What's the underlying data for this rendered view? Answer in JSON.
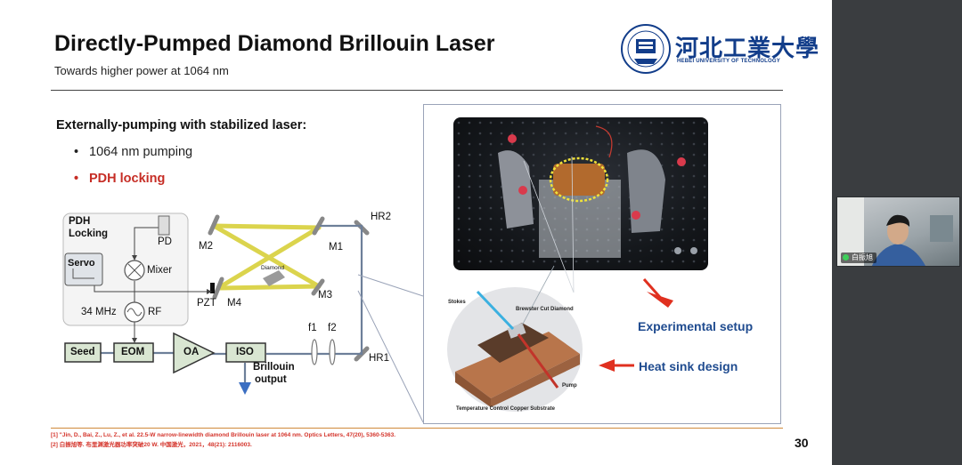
{
  "slide": {
    "title": "Directly-Pumped Diamond Brillouin Laser",
    "subtitle": "Towards higher power at 1064 nm",
    "page_number": "30"
  },
  "logo": {
    "name_cn": "河北工業大學",
    "name_en": "HEBEI UNIVERSITY OF TECHNOLOGY"
  },
  "content": {
    "heading": "Externally-pumping with stabilized laser:",
    "bullets": [
      "1064 nm pumping",
      "PDH locking"
    ],
    "accent_color": "#c62d25"
  },
  "schematic": {
    "pdh_locking": "PDH\nLocking",
    "pdh_line1": "PDH",
    "pdh_line2": "Locking",
    "pd": "PD",
    "servo": "Servo",
    "mixer": "Mixer",
    "rf_freq": "34 MHz",
    "rf": "RF",
    "seed": "Seed",
    "eom": "EOM",
    "oa": "OA",
    "iso": "ISO",
    "output_line1": "Brillouin",
    "output_line2": "output",
    "m1": "M1",
    "m2": "M2",
    "m3": "M3",
    "m4": "M4",
    "hr1": "HR1",
    "hr2": "HR2",
    "pzt": "PZT",
    "f1": "f1",
    "f2": "f2",
    "diamond": "Diamond"
  },
  "figure": {
    "stokes": "Stokes",
    "brewster": "Brewster Cut Diamond",
    "pump": "Pump",
    "substrate": "Temperature Control Copper Substrate",
    "experimental_setup": "Experimental setup",
    "heat_sink": "Heat sink design",
    "accent_color": "#1f4b8f"
  },
  "references": [
    "[1] \"Jin, D., Bai, Z., Lu, Z., et al. 22.5-W narrow-linewidth diamond Brillouin laser at 1064 nm. Optics Letters, 47(20), 5360-5363.",
    "[2] 白振旭等. 布里渊激光器功率突破20 W. 中国激光，2021，48(21): 2116003."
  ],
  "video": {
    "participant_name": "白振旭"
  }
}
